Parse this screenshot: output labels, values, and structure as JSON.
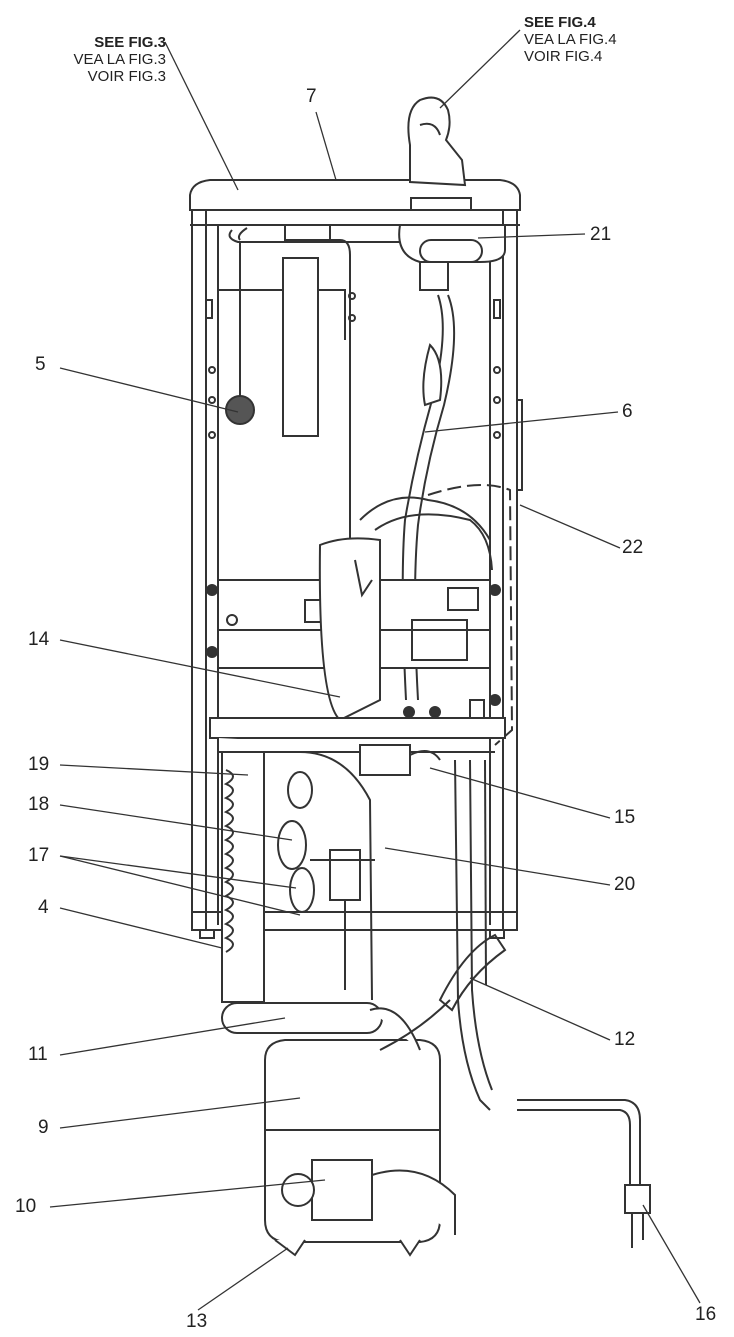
{
  "references": {
    "fig3": {
      "line1": "SEE FIG.3",
      "line2": "VEA LA FIG.3",
      "line3": "VOIR FIG.3"
    },
    "fig4": {
      "line1": "SEE FIG.4",
      "line2": "VEA LA FIG.4",
      "line3": "VOIR FIG.4"
    }
  },
  "callouts": {
    "c7": "7",
    "c21": "21",
    "c5": "5",
    "c6": "6",
    "c22": "22",
    "c14": "14",
    "c19": "19",
    "c18": "18",
    "c17": "17",
    "c4": "4",
    "c15": "15",
    "c20": "20",
    "c11": "11",
    "c12": "12",
    "c9": "9",
    "c10": "10",
    "c13": "13",
    "c16": "16"
  },
  "colors": {
    "line": "#333333",
    "fill": "#ffffff",
    "shade": "#e8e8e8"
  }
}
